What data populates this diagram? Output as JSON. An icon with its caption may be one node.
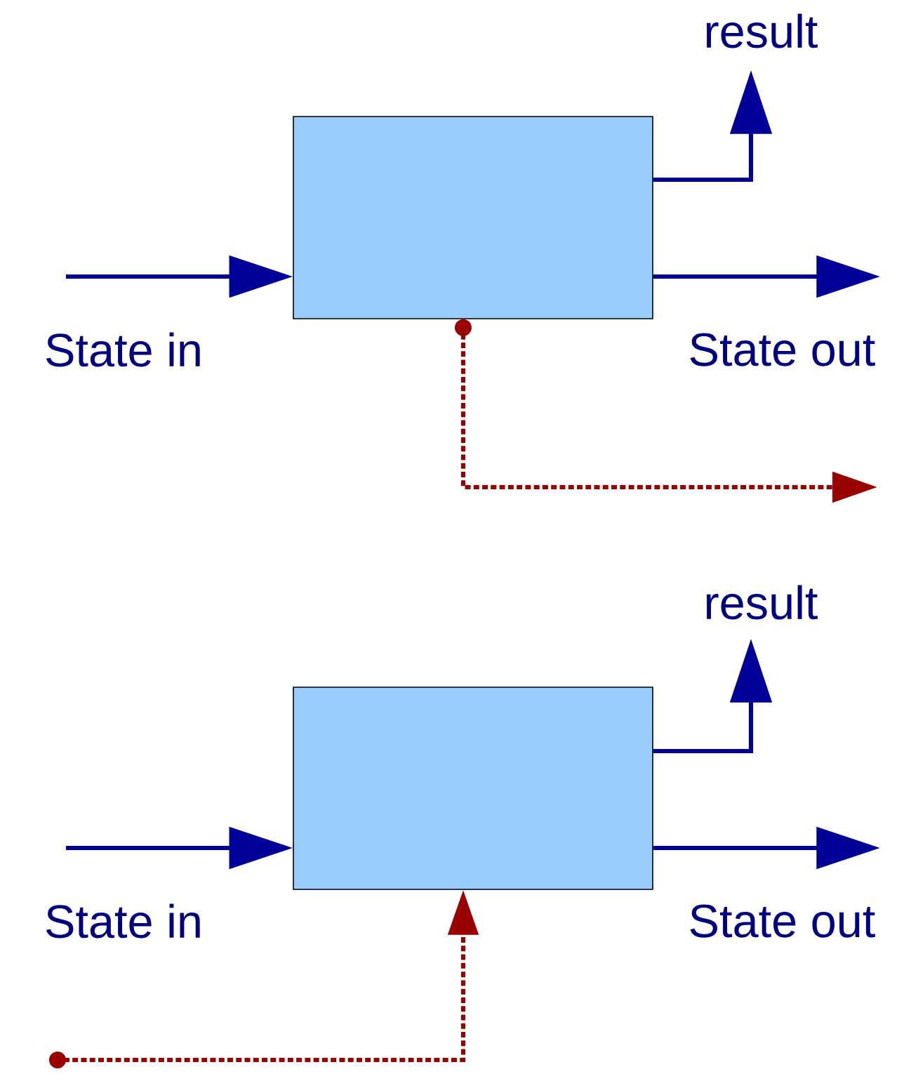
{
  "diagram": {
    "nodes": [
      {
        "text": [],
        "shape": "box"
      },
      {
        "text": [],
        "shape": "box"
      }
    ],
    "edges": [
      {
        "from": null,
        "to": 0,
        "arrow": "to",
        "label": "State in"
      },
      {
        "from": 0,
        "to": null,
        "arrow": "to",
        "label": "result"
      },
      {
        "from": 0,
        "to": null,
        "arrow": "to",
        "label": "State out"
      },
      {
        "from": 0,
        "to": null,
        "arrow": "to",
        "style": "dashed",
        "color": "#990000"
      },
      {
        "from": null,
        "to": 1,
        "arrow": "to",
        "label": "State in"
      },
      {
        "from": 1,
        "to": null,
        "arrow": "to",
        "label": "result"
      },
      {
        "from": 1,
        "to": null,
        "arrow": "to",
        "label": "State out"
      },
      {
        "from": null,
        "to": 1,
        "arrow": "to",
        "style": "dashed",
        "color": "#990000"
      }
    ]
  }
}
